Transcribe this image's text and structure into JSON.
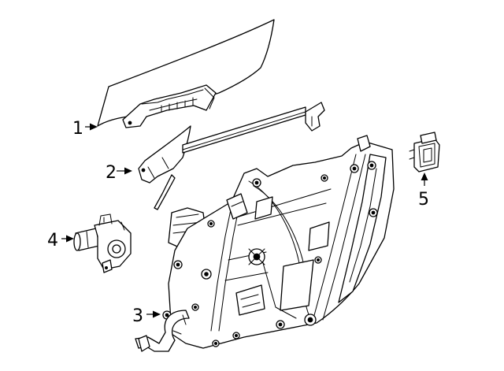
{
  "diagram": {
    "callouts": [
      {
        "id": "1",
        "label": "1",
        "part": "door-glass"
      },
      {
        "id": "2",
        "label": "2",
        "part": "run-channel"
      },
      {
        "id": "3",
        "label": "3",
        "part": "window-regulator"
      },
      {
        "id": "4",
        "label": "4",
        "part": "regulator-motor"
      },
      {
        "id": "5",
        "label": "5",
        "part": "control-module"
      }
    ],
    "colors": {
      "line": "#000000",
      "background": "#ffffff"
    }
  }
}
